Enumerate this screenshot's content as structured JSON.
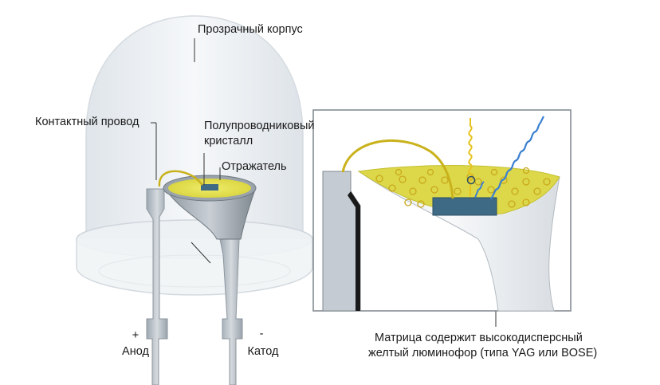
{
  "labels": {
    "housing": "Прозрачный корпус",
    "wire": "Контактный провод",
    "crystal_line1": "Полупроводниковый",
    "crystal_line2": "кристалл",
    "reflector": "Отражатель",
    "anode_sign": "+",
    "anode": "Анод",
    "cathode_sign": "-",
    "cathode": "Катод",
    "matrix_line1": "Матрица содержит высокодисперсный",
    "matrix_line2": "желтый люминофор (типа YAG или BOSE)"
  },
  "colors": {
    "phosphor_yellow": "#e6e24a",
    "crystal_blue": "#3f6a86",
    "blue_light": "#3a7fd0",
    "yellow_light": "#e7c320",
    "lead_gray": "#b8c0c8",
    "dome": "#e9edf1"
  }
}
